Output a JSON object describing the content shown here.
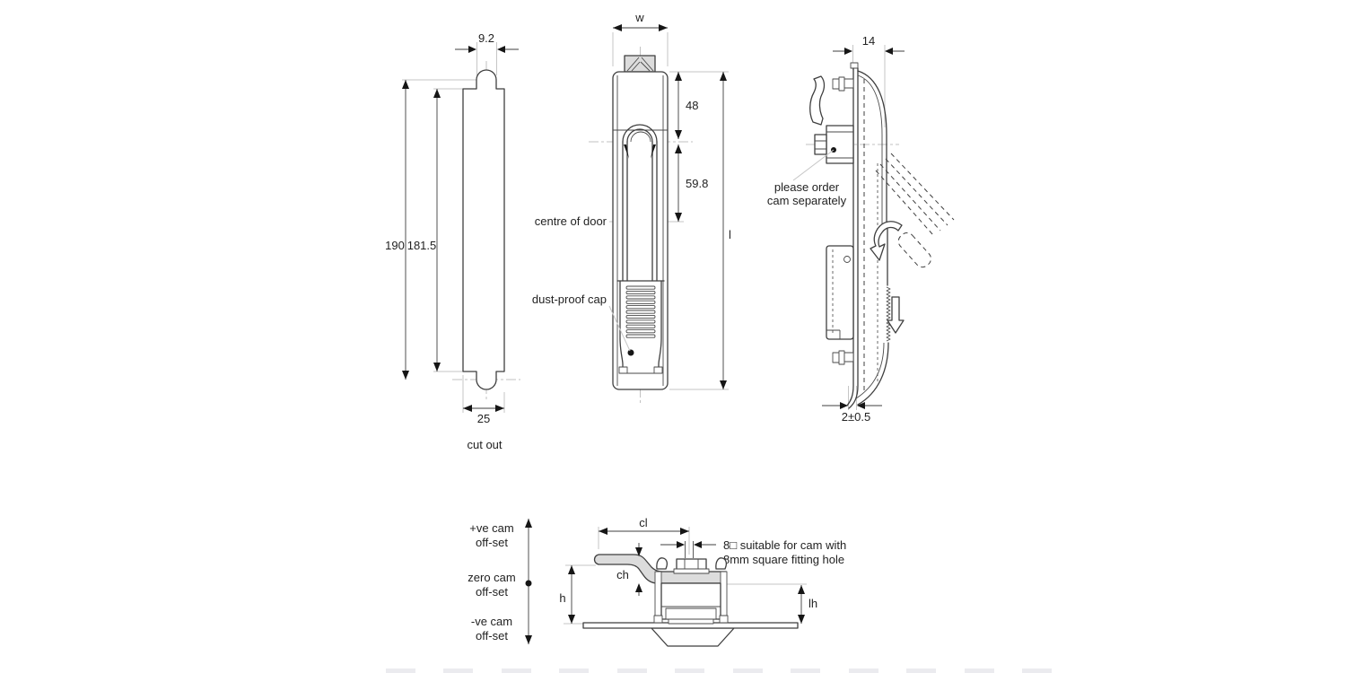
{
  "drawing": {
    "cutout": {
      "dim_width_top": "9.2",
      "dim_height_outer": "190",
      "dim_height_inner": "181.5",
      "dim_width_bottom": "25",
      "caption": "cut out"
    },
    "front": {
      "dim_width": "w",
      "dim_top": "48",
      "dim_mid": "59.8",
      "dim_length": "l",
      "label_centre_of_door": "centre of door",
      "label_dust_proof_cap": "dust-proof cap"
    },
    "side": {
      "dim_depth": "14",
      "dim_gap": "2±0.5",
      "note_line1": "please order",
      "note_line2": "cam separately"
    },
    "section": {
      "offsets": [
        {
          "l1": "+ve cam",
          "l2": "off-set"
        },
        {
          "l1": "zero cam",
          "l2": "off-set"
        },
        {
          "l1": "-ve cam",
          "l2": "off-set"
        }
      ],
      "dim_cl": "cl",
      "dim_ch": "ch",
      "dim_h": "h",
      "dim_lh": "lh",
      "note_line1": "8□ suitable for cam with",
      "note_line2": "8mm square fitting hole"
    },
    "colors": {
      "line": "#3f3f3f",
      "fill_gray": "#dcdcdc",
      "light": "#c6c6c6",
      "text": "#222222"
    }
  }
}
